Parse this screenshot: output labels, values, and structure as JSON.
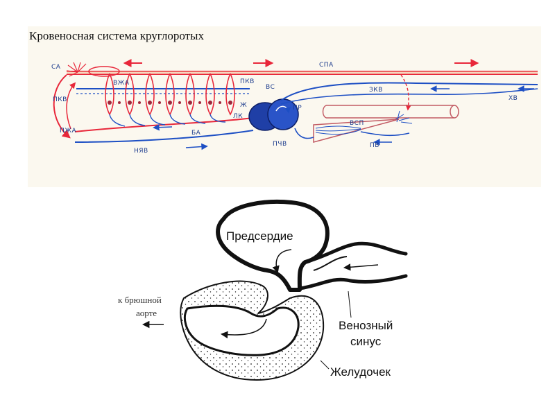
{
  "title": "Кровеносная система круглоротых",
  "colors": {
    "artery": "#e8273a",
    "vein": "#1d4fc4",
    "heart": "#1f3fa6",
    "vessel": "#c25a63",
    "panel": "#fbf8ef",
    "ink": "#111111"
  },
  "upper_labels": {
    "sa": "СА",
    "vzha": "ВЖА",
    "spa": "СПА",
    "pkv_left": "ПКВ",
    "pkv_top": "ПКВ",
    "vs": "ВС",
    "zkv": "ЗКВ",
    "hv": "ХВ",
    "pr": "ПР",
    "zh": "Ж",
    "lk": "ЛК",
    "pzha": "ПЖА",
    "ba": "БА",
    "nyav": "НЯВ",
    "pchv": "ПЧВ",
    "vsp": "ВСП",
    "pv": "ПВ"
  },
  "lower_labels": {
    "atrium": "Предсердие",
    "to_aorta_line1": "к брюшной",
    "to_aorta_line2": "аорте",
    "venous_sinus_line1": "Венозный",
    "venous_sinus_line2": "синус",
    "ventricle": "Желудочек"
  }
}
